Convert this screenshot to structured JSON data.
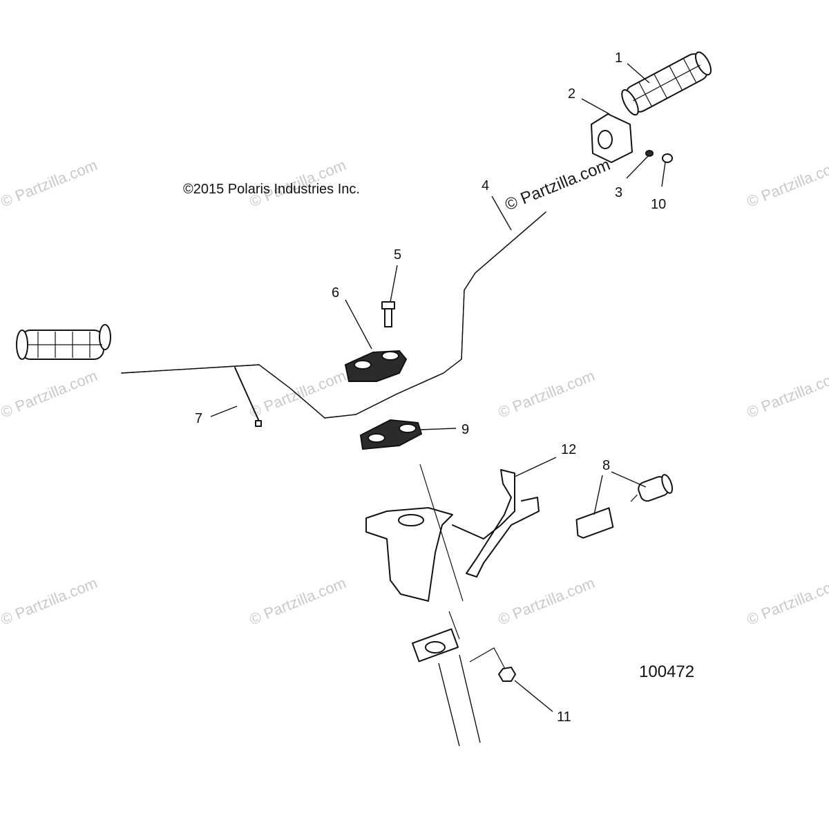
{
  "copyright": "©2015 Polaris Industries Inc.",
  "diagram_number": "100472",
  "watermark": "© Partzilla.com",
  "callouts": {
    "c1": "1",
    "c2": "2",
    "c3": "3",
    "c4": "4",
    "c5": "5",
    "c6": "6",
    "c7": "7",
    "c8": "8",
    "c9": "9",
    "c10": "10",
    "c11": "11",
    "c12": "12"
  }
}
